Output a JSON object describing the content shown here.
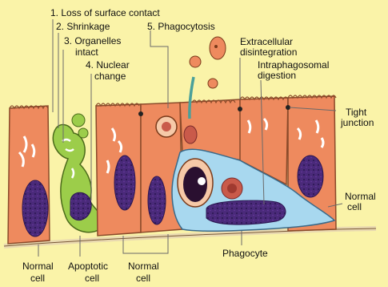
{
  "labels": {
    "step1": "1. Loss of surface contact",
    "step2": "2. Shrinkage",
    "step3_line1": "3. Organelles",
    "step3_line2": "intact",
    "step4_line1": "4. Nuclear",
    "step4_line2": "change",
    "step5": "5. Phagocytosis",
    "extracellular_line1": "Extracellular",
    "extracellular_line2": "disintegration",
    "intraphago_line1": "Intraphagosomal",
    "intraphago_line2": "digestion",
    "tight_line1": "Tight",
    "tight_line2": "junction",
    "normal_right_line1": "Normal",
    "normal_right_line2": "cell",
    "bottom_normal_left_line1": "Normal",
    "bottom_normal_left_line2": "cell",
    "apoptotic_line1": "Apoptotic",
    "apoptotic_line2": "cell",
    "bottom_normal_mid_line1": "Normal",
    "bottom_normal_mid_line2": "cell",
    "phagocyte": "Phagocyte"
  },
  "colors": {
    "background": "#faf3a8",
    "cell_fill": "#ee8a5e",
    "apoptotic_fill": "#9ccd4a",
    "phagocyte_fill": "#a8d8ef",
    "nucleus_fill": "#4a2a7a",
    "membrane": "#8a4a2a",
    "leader": "#6a6a6a"
  }
}
